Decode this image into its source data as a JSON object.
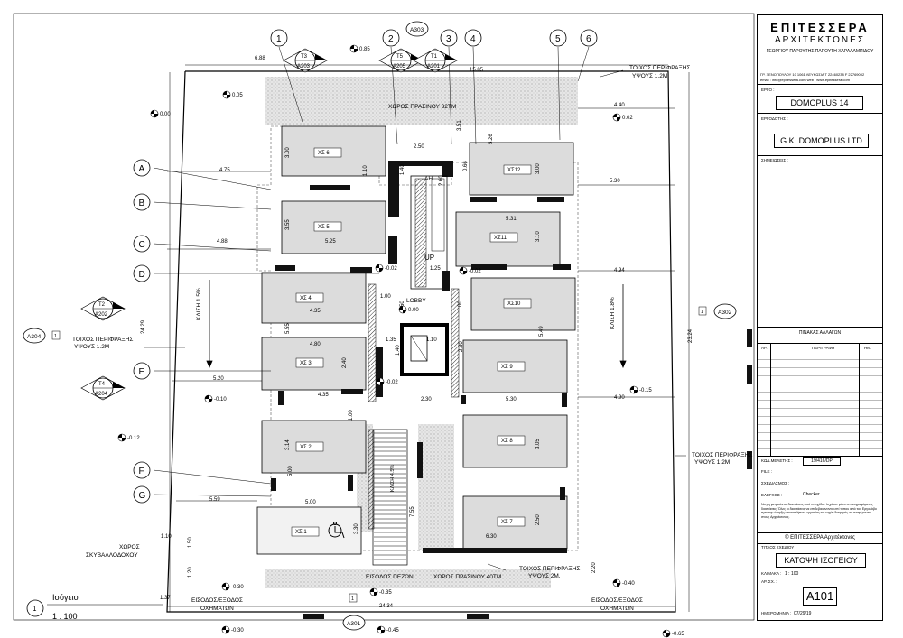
{
  "gridlines_h": [
    {
      "label": "A"
    },
    {
      "label": "B"
    },
    {
      "label": "C"
    },
    {
      "label": "D"
    },
    {
      "label": "E"
    },
    {
      "label": "F"
    },
    {
      "label": "G"
    }
  ],
  "gridlines_v": [
    {
      "label": "1"
    },
    {
      "label": "2"
    },
    {
      "label": "3"
    },
    {
      "label": "4"
    },
    {
      "label": "5"
    },
    {
      "label": "6"
    }
  ],
  "section_markers": [
    {
      "top": "T3",
      "bottom": "A203"
    },
    {
      "top": "T5",
      "bottom": "A205"
    },
    {
      "top": "T1",
      "bottom": "A201"
    },
    {
      "top": "T2",
      "bottom": "A202"
    },
    {
      "top": "T4",
      "bottom": "A204"
    }
  ],
  "refs": {
    "a303": "A303",
    "a304": "A304",
    "a302": "A302",
    "a301": "A301",
    "one": "1"
  },
  "parking": [
    {
      "label": "ΧΣ 6"
    },
    {
      "label": "ΧΣ 5"
    },
    {
      "label": "ΧΣ 4"
    },
    {
      "label": "ΧΣ 3"
    },
    {
      "label": "ΧΣ 2"
    },
    {
      "label": "ΧΣ 1"
    },
    {
      "label": "ΧΣ12"
    },
    {
      "label": "ΧΣ11"
    },
    {
      "label": "ΧΣ10"
    },
    {
      "label": "ΧΣ 9"
    },
    {
      "label": "ΧΣ 8"
    },
    {
      "label": "ΧΣ 7"
    }
  ],
  "dims": [
    "6.88",
    "15.85",
    "4.75",
    "4.88",
    "5.25",
    "4.35",
    "4.80",
    "5.20",
    "4.35",
    "5.59",
    "5.00",
    "4.40",
    "5.30",
    "5.31",
    "4.94",
    "4.90",
    "5.30",
    "6.30",
    "2.50",
    "1.25",
    "2.30",
    "1.35",
    "1.00",
    "24.34",
    "24.29",
    "23.24",
    "1.10",
    "1.50",
    "1.20",
    "1.37",
    "3.00",
    "3.55",
    "5.55",
    "2.40",
    "3.14",
    "3.30",
    "3.00",
    "3.10",
    "5.49",
    "3.05",
    "2.50",
    "5.00",
    "1.10",
    "1.40",
    "2.60",
    "3.51",
    "5.26",
    "0.66",
    "1.50",
    "1.00",
    "1.10",
    "1.40",
    "2.30",
    "1.00",
    "7.55",
    "2.20"
  ],
  "levels": [
    "0.85",
    "0.05",
    "0.00",
    "0.02",
    "-0.02",
    "-0.02",
    "0.00",
    "-0.02",
    "-0.10",
    "-0.15",
    "-0.12",
    "-0.30",
    "-0.35",
    "-0.40",
    "-0.45",
    "-0.65",
    "-0.30"
  ],
  "labels": {
    "green_top": "ΧΩΡΟΣ ΠΡΑΣΙΝΟΥ 32ΤΜ",
    "green_bottom": "ΧΩΡΟΣ ΠΡΑΣΙΝΟΥ 40ΤΜ",
    "wall_top_1": "ΤΟΙΧΟΣ ΠΕΡΙΦΡΑΞΗΣ",
    "wall_top_2": "ΥΨΟΥΣ 1.2Μ",
    "wall_left_1": "ΤΟΙΧΟΣ ΠΕΡΙΦΡΑΞΗΣ",
    "wall_left_2": "ΥΨΟΥΣ 1.2Μ",
    "wall_right_1": "ΤΟΙΧΟΣ ΠΕΡΙΦΡΑΞΗΣ",
    "wall_right_2": "ΥΨΟΥΣ 1.2Μ",
    "wall_bottom_1": "ΤΟΙΧΟΣ ΠΕΡΙΦΡΑΞΗΣ",
    "wall_bottom_2": "ΥΨΟΥΣ 2Μ.",
    "slope_left": "ΚΛΙΣΗ 1.5%",
    "slope_right": "ΚΛΙΣΗ 1.8%",
    "slope_ramp": "ΚΛΙΣΗ 4.5%",
    "lobby": "LOBBY",
    "up": "UP",
    "lift": "ΑΗ",
    "bins_1": "ΧΩΡΟΣ",
    "bins_2": "ΣΚΥΒΑΛΛΟΔΟΧΟΥ",
    "ped_entry": "ΕΙΣΟΔΟΣ ΠΕΖΩΝ",
    "car_entry_1": "ΕΙΣΟΔΟΣ/ΕΞΟΔΟΣ",
    "car_entry_2": "ΟΧΗΜΑΤΩΝ",
    "floor_name": "Ισόγειο",
    "floor_num": "1",
    "scale": "1 : 100"
  },
  "title_block": {
    "firm_1": "ΕΠΙΤΕΣΣΕΡΑ",
    "firm_2": "ΑΡΧΙΤΕΚΤΟΝΕΣ",
    "partners": "ΓΕΩΡΓΙΟΥ ΠΑΡΟΥΤΗΣ ΠΑΡΟΥΤΗ ΧΑΡΑΛΑΜΠΙΔΟΥ",
    "address": "ΓΡ. ΞΕΝΟΠΟΥΛΟΥ 10 1061 ΛΕΥΚΩΣΙΑ   Τ 22460238   F 22769002",
    "contact": "email : info@epitessera.com        web : www.epitessera.com",
    "project_label": "ΕΡΓΟ :",
    "project": "DOMOPLUS 14",
    "client_label": "ΕΡΓΟΔΟΤΗΣ :",
    "client": "G.K. DOMOPLUS LTD",
    "notes_label": "ΣΗΜΕΙΩΣΕΙΣ :",
    "changes_title": "ΠΙΝΑΚΑΣ ΑΛΛΑΓΩΝ",
    "col_no": "ΑΡ.",
    "col_desc": "ΠΕΡΙΓΡΑΦΗ",
    "col_date": "ΗΜ.",
    "study_code_label": "ΚΩΔ.ΜΕΛΕΤΗΣ :",
    "study_code": "19/416/DP",
    "file_label": "FILE :",
    "design_label": "ΣΧΕΔΙΑΣΜΟΣ :",
    "check_label": "ΕΛΕΓΧΟΣ :",
    "check": "Checker",
    "disclaimer": "Να μη μετριούνται διαστάσεις από το σχέδιο. Ισχύουν μόνο οι αναγραφόμενες διαστάσεις. Όλες οι διαστάσεις να επιβεβαιώνονται επί τόπου από τον Εργολάβο πριν την έναρξη οποιασδήποτε εργασίας και τυχόν διαφορές να αναφέρονται στους Αρχιτέκτονες.",
    "copyright": "© ΕΠΙΤΕΣΣΕΡΑ Αρχιτέκτονες",
    "title_label": "ΤΙΤΛΟΣ ΣΧΕΔΙΟΥ",
    "title": "ΚΑΤΟΨΗ ΙΣΟΓΕΙΟΥ",
    "scale_label": "ΚΛΙΜΑΚΑ :",
    "scale": "1 : 100",
    "sheet_label": "ΑΡ. ΣΧ. :",
    "sheet": "A101",
    "date_label": "ΗΜΕΡΟΜΗΝΙΑ :",
    "date": "07/29/19"
  }
}
